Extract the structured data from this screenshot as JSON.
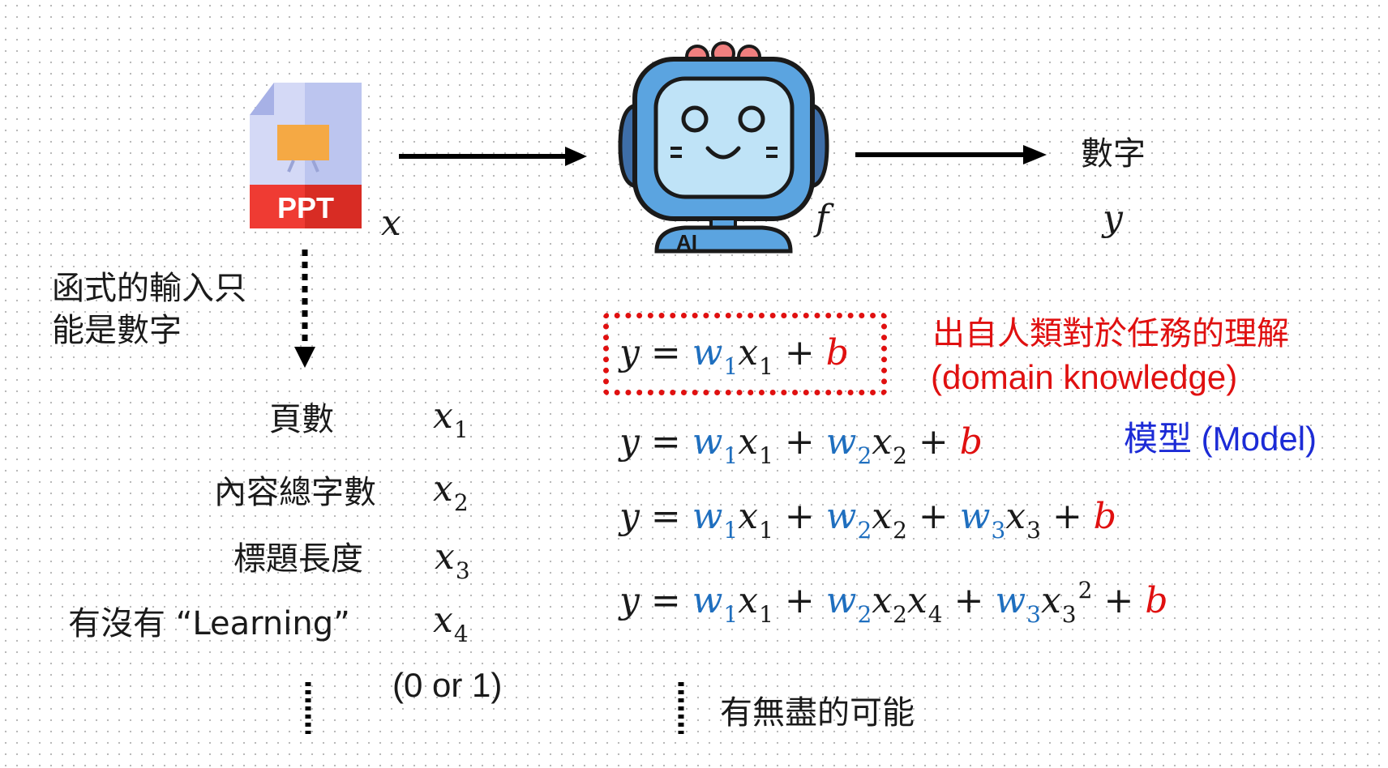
{
  "top": {
    "output_label": "數字",
    "var_x": "x",
    "var_f": "f",
    "var_y": "y"
  },
  "ppt_icon": {
    "label": "PPT"
  },
  "robot_icon": {
    "badge": "AI"
  },
  "left": {
    "note_line1": "函式的輸入只",
    "note_line2": "能是數字",
    "features": [
      {
        "label": "頁數",
        "var": "x",
        "sub": "1"
      },
      {
        "label": "內容總字數",
        "var": "x",
        "sub": "2"
      },
      {
        "label": "標題長度",
        "var": "x",
        "sub": "3"
      },
      {
        "label": "有沒有 “Learning”",
        "var": "x",
        "sub": "4"
      }
    ],
    "binary_note": "(0 or 1)"
  },
  "right": {
    "annotation_line1": "出自人類對於任務的理解",
    "annotation_line2": "(domain knowledge)",
    "model_label": "模型 (Model)",
    "more_label": "有無盡的可能",
    "eq_y": "y",
    "eq_eq": "=",
    "eq_plus": "+",
    "eq_w": "w",
    "eq_x": "x",
    "eq_b": "b",
    "i1": "1",
    "i2": "2",
    "i3": "3",
    "i4": "4"
  },
  "colors": {
    "weight": "#1f6fbf",
    "bias": "#e01010",
    "annotation": "#e01010",
    "model_label": "#1c2bd6"
  }
}
